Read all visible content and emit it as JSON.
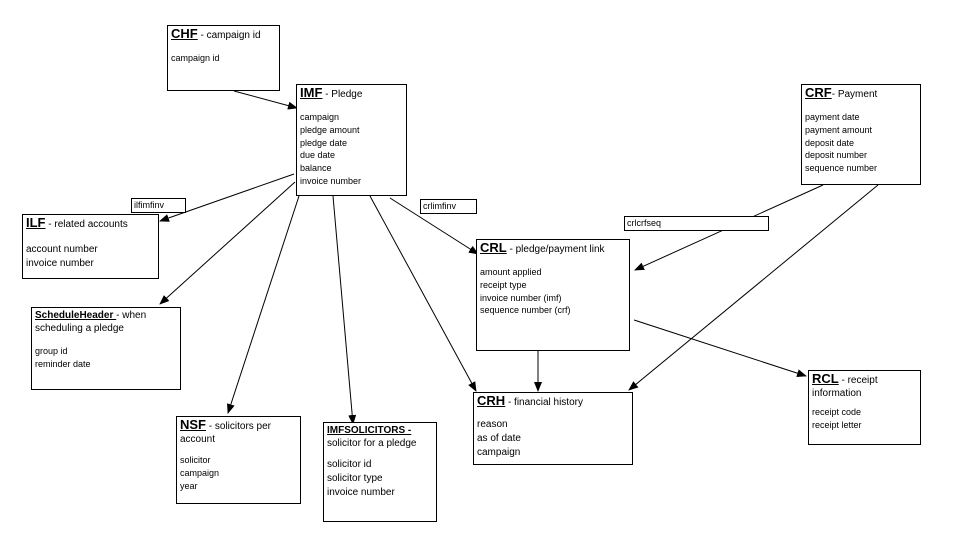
{
  "entities": {
    "chf": {
      "code": "CHF",
      "desc": " - campaign id",
      "fields": [
        "campaign id"
      ]
    },
    "imf": {
      "code": "IMF",
      "desc": " - Pledge",
      "fields": [
        "campaign",
        "pledge amount",
        "pledge date",
        "due date",
        "balance",
        "invoice number"
      ]
    },
    "crf": {
      "code": "CRF",
      "desc": "- Payment",
      "fields": [
        "payment date",
        "payment amount",
        "deposit date",
        "deposit number",
        "sequence number"
      ]
    },
    "ilf": {
      "code": "ILF",
      "desc": " - related accounts",
      "fields": [
        "account number",
        "invoice number"
      ]
    },
    "crl": {
      "code": "CRL",
      "desc": " - pledge/payment link",
      "fields": [
        "amount applied",
        "receipt type",
        "invoice number (imf)",
        "sequence number (crf)"
      ]
    },
    "schedule": {
      "code": "ScheduleHeader ",
      "desc": "- when scheduling a pledge",
      "fields": [
        "group id",
        "reminder date"
      ]
    },
    "crh": {
      "code": "CRH",
      "desc": " - financial history",
      "fields": [
        "reason",
        "as of date",
        "campaign"
      ]
    },
    "rcl": {
      "code": "RCL",
      "desc": " - receipt information",
      "fields": [
        "receipt code",
        "receipt letter"
      ]
    },
    "nsf": {
      "code": "NSF",
      "desc": " - solicitors per account",
      "fields": [
        "solicitor",
        "campaign",
        "year"
      ]
    },
    "imfsol": {
      "code": "IMFSOLICITORS - ",
      "desc": "solicitor for a pledge",
      "fields": [
        "solicitor id",
        "solicitor type",
        "invoice number"
      ]
    }
  },
  "links": {
    "ilfimfinv": "ilfimfinv",
    "crlimfinv": "crlimfinv",
    "crlcrfseq": "crlcrfseq"
  }
}
